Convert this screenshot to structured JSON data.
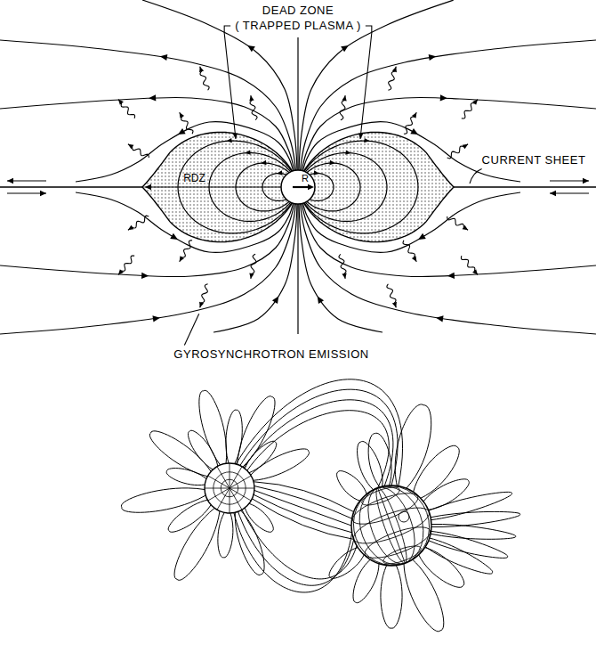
{
  "diagram": {
    "labels": [
      "DEAD ZONE",
      "( TRAPPED PLASMA )",
      "CURRENT SHEET",
      "RDZ",
      "R",
      "GYROSYNCHROTRON EMISSION"
    ]
  }
}
